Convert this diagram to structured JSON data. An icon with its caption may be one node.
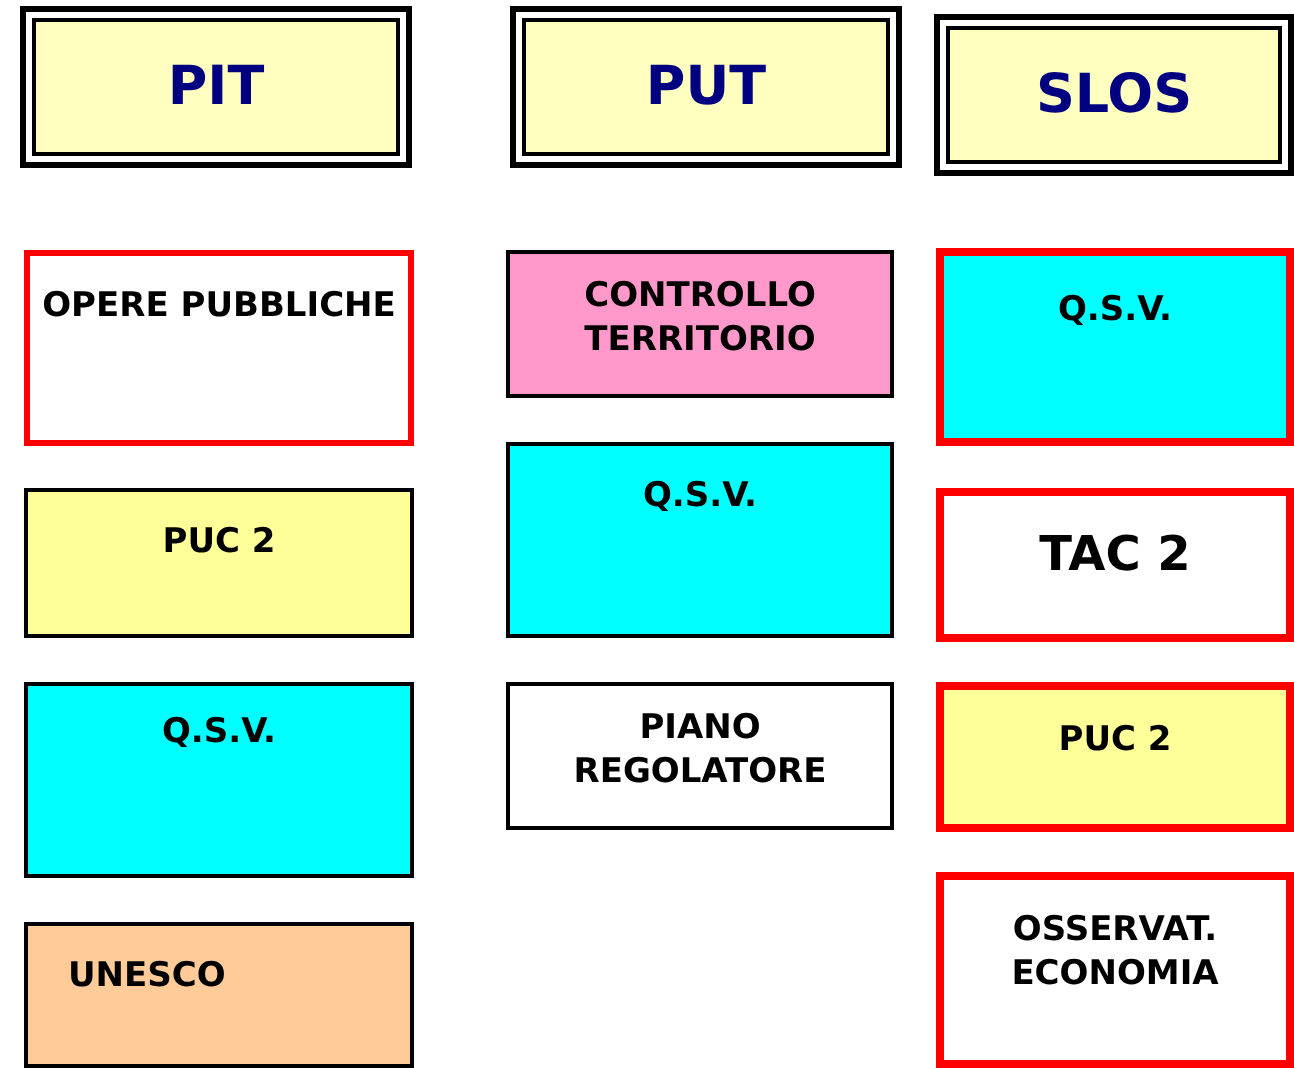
{
  "diagram": {
    "nodes": [
      {
        "text": [
          "PIT"
        ]
      },
      {
        "text": [
          "PUT"
        ]
      },
      {
        "text": [
          "SLOS"
        ]
      },
      {
        "text": [
          "OPERE PUBBLICHE"
        ]
      },
      {
        "text": [
          "CONTROLLO TERRITORIO"
        ]
      },
      {
        "text": [
          "Q.S.V."
        ]
      },
      {
        "text": [
          "PUC 2"
        ]
      },
      {
        "text": [
          "Q.S.V."
        ]
      },
      {
        "text": [
          "TAC 2"
        ]
      },
      {
        "text": [
          "Q.S.V."
        ]
      },
      {
        "text": [
          "PIANO REGOLATORE"
        ]
      },
      {
        "text": [
          "PUC 2"
        ]
      },
      {
        "text": [
          "OSSERVAT. ECONOMIA"
        ]
      },
      {
        "text": [
          "UNESCO"
        ]
      }
    ]
  }
}
